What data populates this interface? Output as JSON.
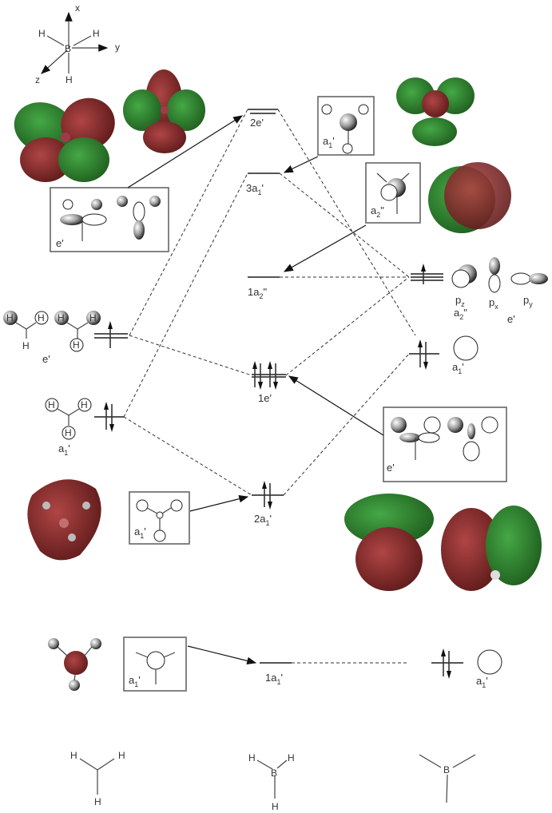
{
  "title": "BH3 molecular orbital diagram",
  "axes_key": {
    "x": "x",
    "y": "y",
    "z": "z",
    "center": "B",
    "atoms": [
      "H",
      "H",
      "H"
    ]
  },
  "levels": {
    "2e": {
      "label": "2e'",
      "main": "2e",
      "sup": "'"
    },
    "3a1": {
      "label": "3a1'",
      "main": "3a",
      "sub": "1",
      "sup": "'"
    },
    "1a2": {
      "label": "1a2''",
      "main": "1a",
      "sub": "2",
      "sup": "\""
    },
    "1e": {
      "label": "1e'",
      "main": "1e",
      "sup": "'"
    },
    "2a1": {
      "label": "2a1'",
      "main": "2a",
      "sub": "1",
      "sup": "'"
    },
    "1a1": {
      "label": "1a1'",
      "main": "1a",
      "sub": "1",
      "sup": "'"
    }
  },
  "left_fragment": {
    "name": "H3",
    "e_label": {
      "main": "e",
      "sup": "'"
    },
    "a1_label": {
      "main": "a",
      "sub": "1",
      "sup": "'"
    },
    "atom": "H"
  },
  "right_fragment": {
    "name": "B",
    "p_labels": [
      {
        "main": "p",
        "sub": "z"
      },
      {
        "main": "p",
        "sub": "x"
      },
      {
        "main": "p",
        "sub": "y"
      }
    ],
    "a2_label": {
      "main": "a",
      "sub": "2",
      "sup": "\""
    },
    "e_label": {
      "main": "e",
      "sup": "'"
    },
    "s_label": {
      "main": "a",
      "sub": "1",
      "sup": "'"
    },
    "core_label": {
      "main": "a",
      "sub": "1",
      "sup": "'"
    }
  },
  "boxes": {
    "e_left": {
      "main": "e",
      "sup": "'"
    },
    "a1_top": {
      "main": "a",
      "sub": "1",
      "sup": "'"
    },
    "a2_top": {
      "main": "a",
      "sub": "2",
      "sup": "\""
    },
    "e_right": {
      "main": "e",
      "sup": "'"
    },
    "a1_mid": {
      "main": "a",
      "sub": "1",
      "sup": "'"
    },
    "a1_low": {
      "main": "a",
      "sub": "1",
      "sup": "'"
    }
  },
  "bottom_structures": {
    "h3": {
      "atoms": [
        "H",
        "H",
        "H"
      ]
    },
    "bh3": {
      "center": "B",
      "atoms": [
        "H",
        "H",
        "H"
      ]
    },
    "b": {
      "center": "B"
    }
  },
  "colors": {
    "positive_phase": "#8a2a2a",
    "negative_phase": "#2f8a2f",
    "line": "#444444"
  }
}
